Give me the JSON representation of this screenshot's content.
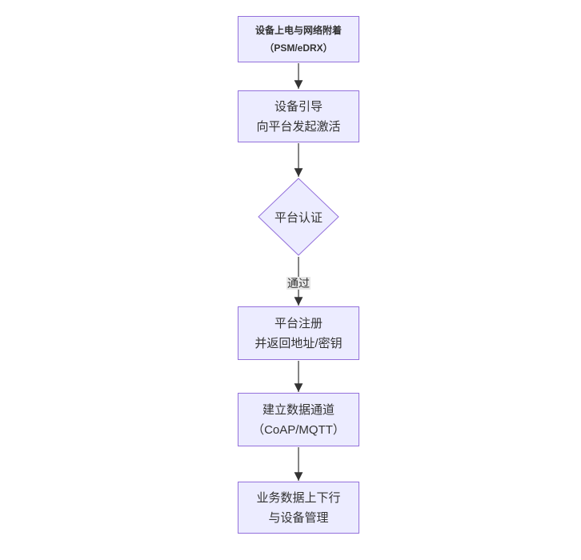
{
  "diagram": {
    "type": "flowchart",
    "direction": "top-down",
    "colors": {
      "background": "#ffffff",
      "node_fill": "#ECECFF",
      "node_border": "#9370DB",
      "text": "#333333",
      "arrow": "#333333",
      "label_bg": "#e8e8e8"
    },
    "nodes": [
      {
        "id": "power-attach",
        "shape": "rect",
        "lines": [
          "设备上电与网络附着",
          "（PSM/eDRX）"
        ]
      },
      {
        "id": "bootstrap",
        "shape": "rect",
        "lines": [
          "设备引导",
          "向平台发起激活"
        ]
      },
      {
        "id": "platform-auth",
        "shape": "diamond",
        "lines": [
          "平台认证"
        ]
      },
      {
        "id": "register",
        "shape": "rect",
        "lines": [
          "平台注册",
          "并返回地址/密钥"
        ]
      },
      {
        "id": "data-channel",
        "shape": "rect",
        "lines": [
          "建立数据通道",
          "（CoAP/MQTT）"
        ]
      },
      {
        "id": "business-data",
        "shape": "rect",
        "lines": [
          "业务数据上下行",
          "与设备管理"
        ]
      }
    ],
    "edges": [
      {
        "from": "power-attach",
        "to": "bootstrap",
        "label": ""
      },
      {
        "from": "bootstrap",
        "to": "platform-auth",
        "label": ""
      },
      {
        "from": "platform-auth",
        "to": "register",
        "label": "通过"
      },
      {
        "from": "register",
        "to": "data-channel",
        "label": ""
      },
      {
        "from": "data-channel",
        "to": "business-data",
        "label": ""
      }
    ]
  }
}
